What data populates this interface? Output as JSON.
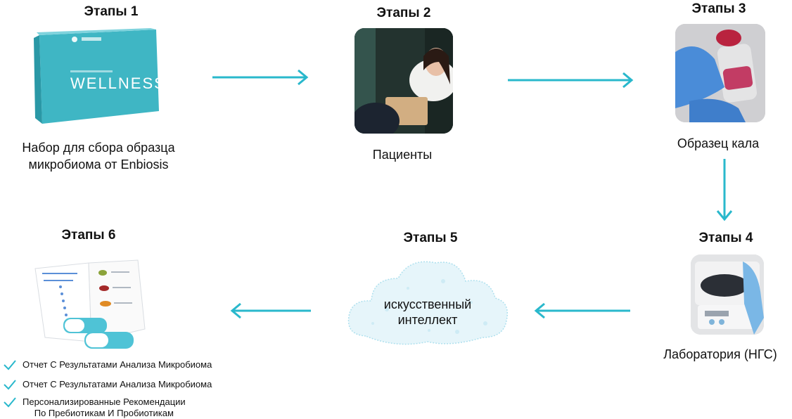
{
  "stages": [
    {
      "title": "Этапы 1",
      "caption_lines": [
        "Набор для сбора образца",
        "микробиома от Enbiosis"
      ],
      "box_label": "WELLNESS"
    },
    {
      "title": "Этапы 2",
      "caption_lines": [
        "Пациенты"
      ]
    },
    {
      "title": "Этапы 3",
      "caption_lines": [
        "Образец кала"
      ]
    },
    {
      "title": "Этапы 4",
      "caption_lines": [
        "Лаборатория (НГС)"
      ]
    },
    {
      "title": "Этапы 5",
      "cloud_lines": [
        "искусственный",
        "интеллект"
      ]
    },
    {
      "title": "Этапы 6"
    }
  ],
  "checklist": [
    {
      "lines": [
        "Отчет С Результатами Анализа Микробиома"
      ]
    },
    {
      "lines": [
        "Отчет С Результатами Анализа Микробиома"
      ]
    },
    {
      "lines": [
        "Персонализированные Рекомендации",
        "По Пребиотикам И Пробиотикам"
      ]
    }
  ],
  "colors": {
    "accent": "#29b8cc",
    "box": "#3fb6c4",
    "cloud": "#bfe6f2"
  }
}
